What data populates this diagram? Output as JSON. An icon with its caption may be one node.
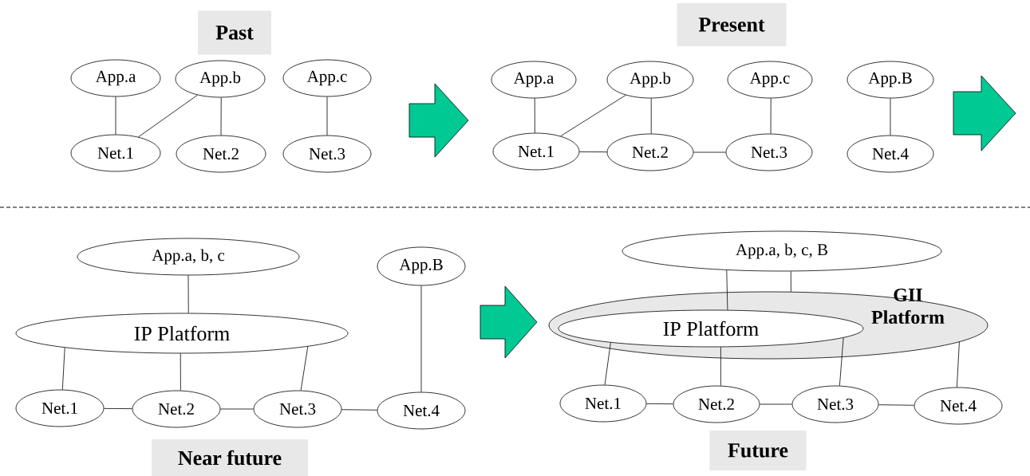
{
  "diagram": {
    "nodes": [
      {
        "text": [
          "Past"
        ]
      },
      {
        "text": [
          "App.a"
        ]
      },
      {
        "text": [
          "App.b"
        ]
      },
      {
        "text": [
          "App.c"
        ]
      },
      {
        "text": [
          "Net.1"
        ]
      },
      {
        "text": [
          "Net.2"
        ]
      },
      {
        "text": [
          "Net.3"
        ]
      },
      {
        "text": [
          "Present"
        ]
      },
      {
        "text": [
          "App.a"
        ]
      },
      {
        "text": [
          "App.b"
        ]
      },
      {
        "text": [
          "App.c"
        ]
      },
      {
        "text": [
          "App.B"
        ]
      },
      {
        "text": [
          "Net.1"
        ]
      },
      {
        "text": [
          "Net.2"
        ]
      },
      {
        "text": [
          "Net.3"
        ]
      },
      {
        "text": [
          "Net.4"
        ]
      },
      {
        "text": [
          "App.a, b, c"
        ]
      },
      {
        "text": [
          "App.B"
        ]
      },
      {
        "text": [
          "IP Platform"
        ]
      },
      {
        "text": [
          "Net.1"
        ]
      },
      {
        "text": [
          "Net.2"
        ]
      },
      {
        "text": [
          "Net.3"
        ]
      },
      {
        "text": [
          "Net.4"
        ]
      },
      {
        "text": [
          "App.a, b, c, B"
        ]
      },
      {
        "text": [
          "GII Platform"
        ]
      },
      {
        "text": [
          "IP Platform"
        ],
        "in": 24
      },
      {
        "text": [
          "Net.1"
        ]
      },
      {
        "text": [
          "Net.2"
        ]
      },
      {
        "text": [
          "Net.3"
        ]
      },
      {
        "text": [
          "Net.4"
        ]
      },
      {
        "text": [
          "Near future"
        ]
      },
      {
        "text": [
          "Future"
        ]
      }
    ],
    "edges": [
      {
        "from": 1,
        "to": 4,
        "arrow": "none"
      },
      {
        "from": 2,
        "to": 4,
        "arrow": "none"
      },
      {
        "from": 2,
        "to": 5,
        "arrow": "none"
      },
      {
        "from": 3,
        "to": 6,
        "arrow": "none"
      },
      {
        "from": 8,
        "to": 12,
        "arrow": "none"
      },
      {
        "from": 9,
        "to": 12,
        "arrow": "none"
      },
      {
        "from": 9,
        "to": 13,
        "arrow": "none"
      },
      {
        "from": 10,
        "to": 14,
        "arrow": "none"
      },
      {
        "from": 11,
        "to": 15,
        "arrow": "none"
      },
      {
        "from": 12,
        "to": 13,
        "arrow": "none"
      },
      {
        "from": 13,
        "to": 14,
        "arrow": "none"
      },
      {
        "from": 16,
        "to": 18,
        "arrow": "none"
      },
      {
        "from": 17,
        "to": 22,
        "arrow": "none"
      },
      {
        "from": 18,
        "to": 19,
        "arrow": "none"
      },
      {
        "from": 18,
        "to": 20,
        "arrow": "none"
      },
      {
        "from": 18,
        "to": 21,
        "arrow": "none"
      },
      {
        "from": 19,
        "to": 20,
        "arrow": "none"
      },
      {
        "from": 20,
        "to": 21,
        "arrow": "none"
      },
      {
        "from": 21,
        "to": 22,
        "arrow": "none"
      },
      {
        "from": 23,
        "to": 25,
        "arrow": "none"
      },
      {
        "from": 23,
        "to": 24,
        "arrow": "none"
      },
      {
        "from": 25,
        "to": 26,
        "arrow": "none"
      },
      {
        "from": 25,
        "to": 27,
        "arrow": "none"
      },
      {
        "from": 25,
        "to": 28,
        "arrow": "none"
      },
      {
        "from": 24,
        "to": 29,
        "arrow": "none"
      },
      {
        "from": 26,
        "to": 27,
        "arrow": "none"
      },
      {
        "from": 27,
        "to": 28,
        "arrow": "none"
      },
      {
        "from": 28,
        "to": 29,
        "arrow": "none"
      }
    ]
  }
}
